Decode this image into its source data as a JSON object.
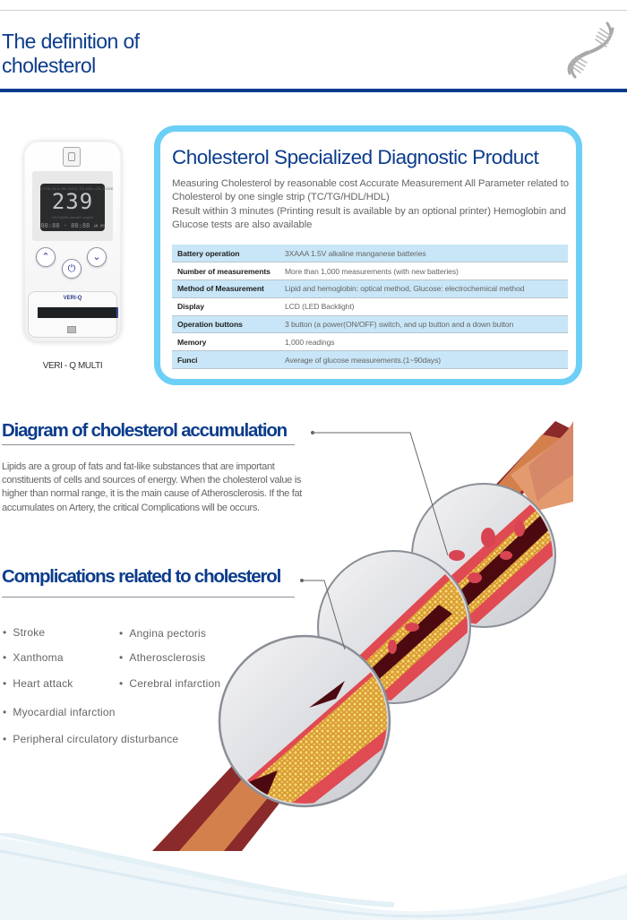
{
  "header": {
    "title_line1": "The definition of",
    "title_line2": "cholesterol",
    "icon": "dna-icon"
  },
  "device": {
    "lcd_top": "KTOS GLU HB CHOL TG HDL LDL CODE",
    "lcd_value": "239",
    "lcd_mid": "Ctrl  MON  mmol/L  mg/dl",
    "lcd_bottom": "88:88 - 88:88",
    "lcd_ampm": "AM PM",
    "brand": "VERI-Q",
    "caption": "VERI - Q MULTI",
    "icons": [
      "printer-icon",
      "chevron-up-icon",
      "power-icon",
      "chevron-down-icon"
    ]
  },
  "product": {
    "title": "Cholesterol Specialized Diagnostic Product",
    "desc1": "Measuring Cholesterol by reasonable cost Accurate Measurement All Parameter related to Cholesterol by one single strip (TC/TG/HDL/HDL)",
    "desc2": "Result within 3 minutes (Printing result is available by an optional printer) Hemoglobin and Glucose tests are also available",
    "accent_color": "#6ccff6",
    "specs": [
      {
        "label": "Battery operation",
        "value": "3XAAA 1.5V alkaline manganese batteries"
      },
      {
        "label": "Number of measurements",
        "value": "More than 1,000 measurements (with new batteries)"
      },
      {
        "label": "Method of Measurement",
        "value": "Lipid and hemoglobin: optical method, Glucose: electrochemical method"
      },
      {
        "label": "Display",
        "value": "LCD (LED Backlight)"
      },
      {
        "label": "Operation buttons",
        "value": "3 button (a power(ON/OFF) switch, and up button and a down button"
      },
      {
        "label": "Memory",
        "value": "1,000 readings"
      },
      {
        "label": "Funci",
        "value": "Average of glucose measurements.(1~90days)"
      }
    ]
  },
  "accumulation": {
    "heading": "Diagram of cholesterol accumulation",
    "body": "Lipids are a group of fats and fat-like substances that are important constituents of cells and sources of energy. When the cholesterol value is higher than normal range, it is the main cause of Atherosclerosis. If the fat accumulates on Artery, the critical Complications will be occurs."
  },
  "complications": {
    "heading": "Complications related to cholesterol",
    "items": [
      "Stroke",
      "Angina pectoris",
      "Xanthoma",
      "Atherosclerosis",
      "Heart attack",
      "Cerebral infarction",
      "Myocardial infarction",
      "Peripheral circulatory disturbance"
    ]
  },
  "colors": {
    "brand_blue": "#0b3c8c",
    "table_shade": "#c8e6f7",
    "artery_red": "#d8424a",
    "plaque_yellow": "#e7b547"
  }
}
